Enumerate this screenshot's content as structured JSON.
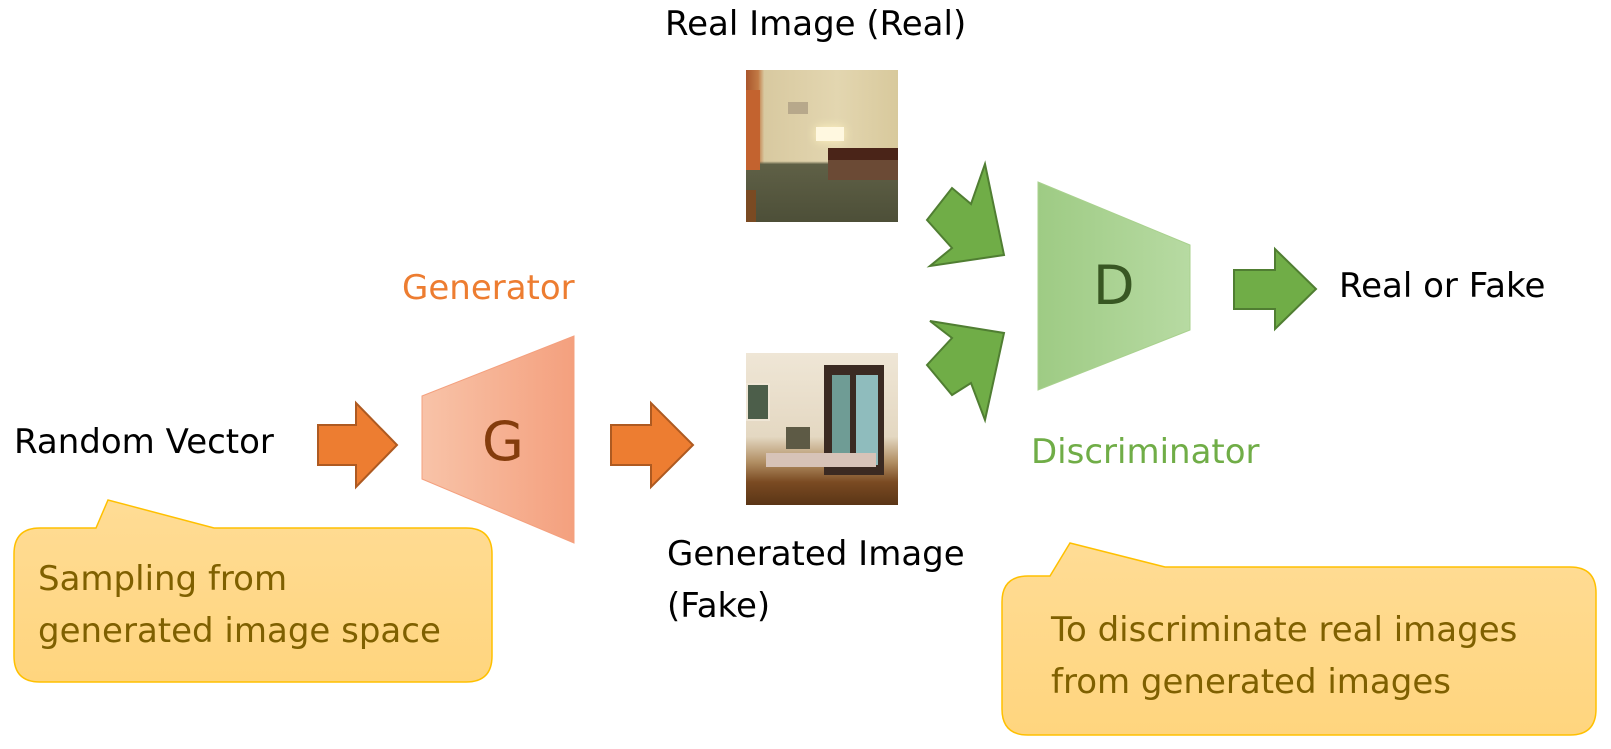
{
  "diagram": {
    "input_label": "Random Vector",
    "generator": {
      "title": "Generator",
      "symbol": "G",
      "color": "#ED7D31",
      "fill_light": "#F8CBAD",
      "fill_dark": "#F4A582"
    },
    "real_image": {
      "caption": "Real Image (Real)",
      "icon": "bedroom-photo-real"
    },
    "generated_image": {
      "caption_line1": "Generated Image",
      "caption_line2": "(Fake)",
      "icon": "bedroom-photo-generated"
    },
    "discriminator": {
      "title": "Discriminator",
      "symbol": "D",
      "color": "#70AD47",
      "symbol_color": "#385723",
      "fill_light": "#A9D18E",
      "fill_dark": "#C5E0B4"
    },
    "output_label": "Real or Fake",
    "callouts": {
      "generator_note": {
        "line1": "Sampling from",
        "line2": "generated image space"
      },
      "discriminator_note": {
        "line1": "To discriminate real images",
        "line2": "from generated images"
      },
      "fill": "#FFD98A",
      "border": "#FFC000",
      "text_color": "#7F6000"
    },
    "arrows": {
      "orange": "#ED7D31",
      "orange_border": "#AE5A21",
      "green": "#70AD47",
      "green_border": "#507E32"
    }
  }
}
